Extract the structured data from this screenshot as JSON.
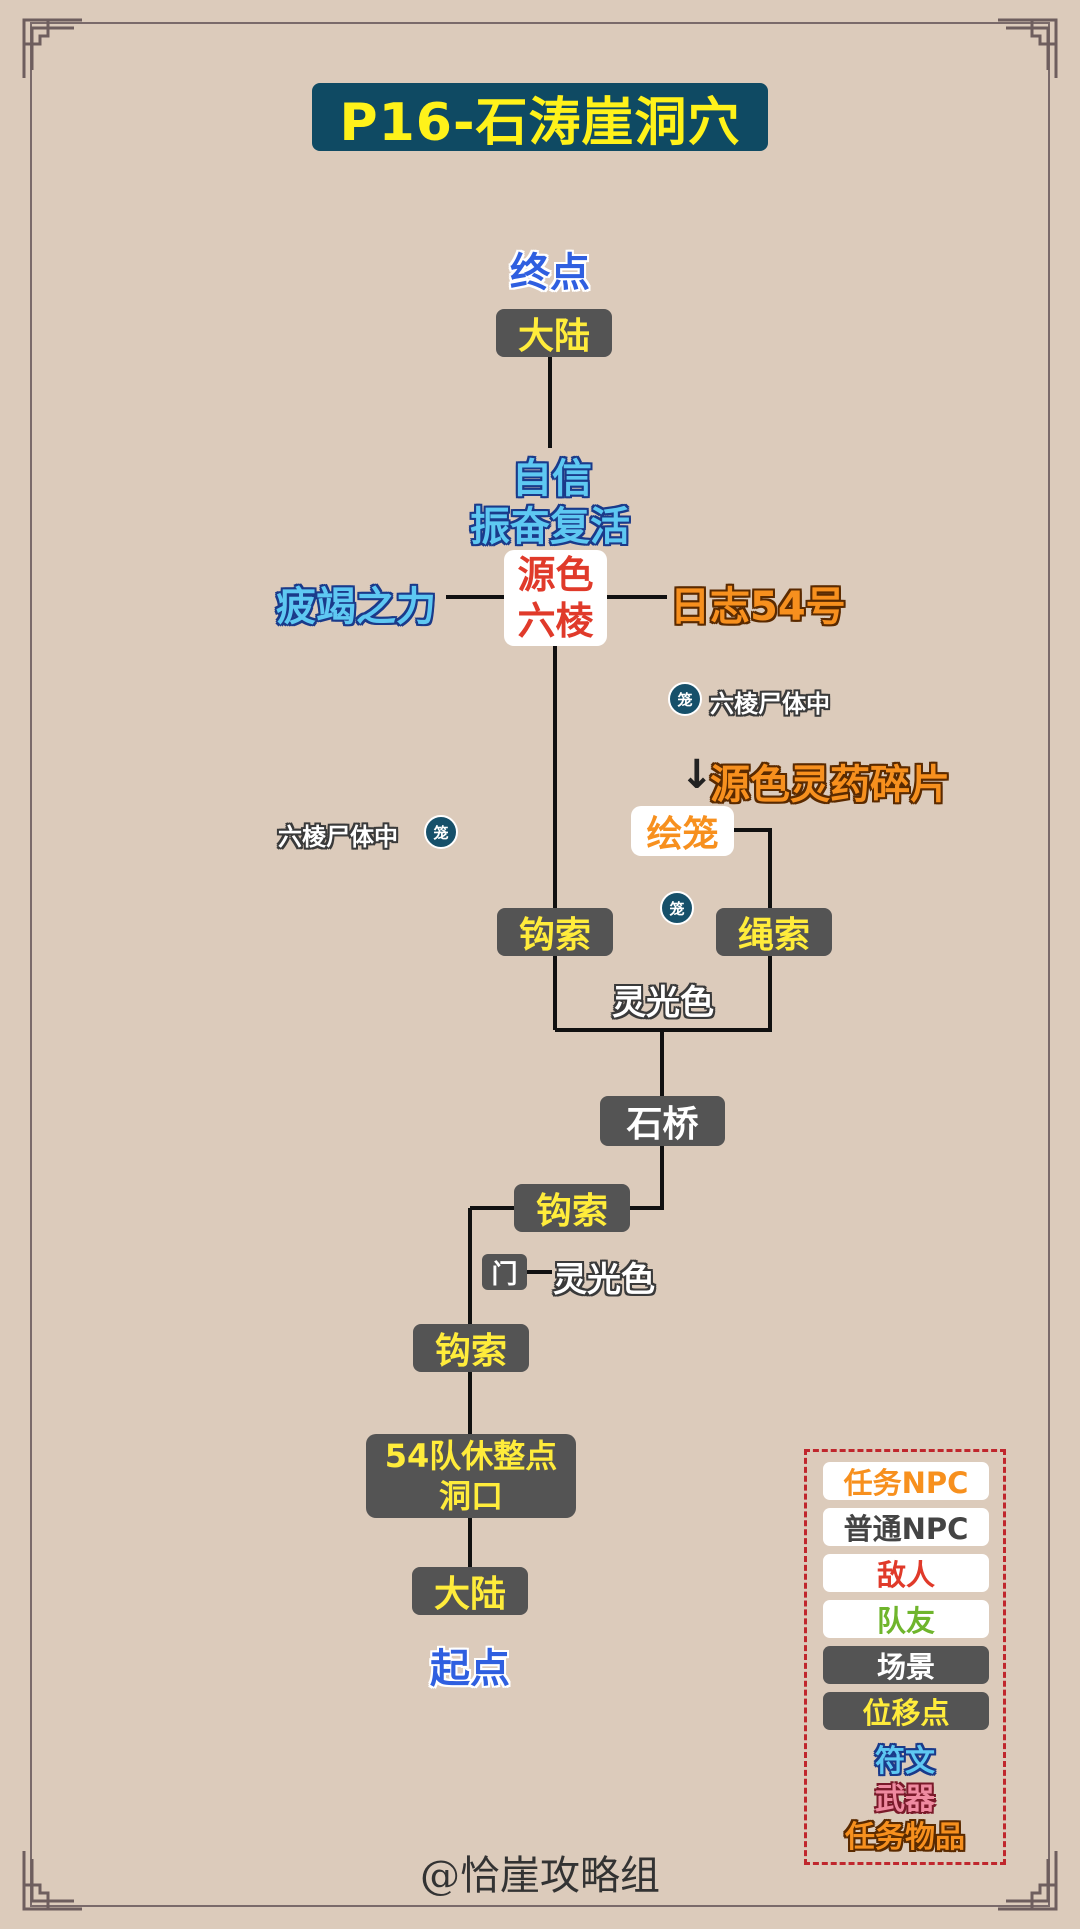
{
  "title": "P16-石涛崖洞穴",
  "labels": {
    "end": "终点",
    "start": "起点"
  },
  "nodes": {
    "mainland_top": "大陆",
    "confidence": "自信",
    "revive": "振奋复活",
    "source_color": "源色",
    "six_edge": "六棱",
    "exhaust_power": "疲竭之力",
    "log54": "日志54号",
    "cage_note_right": "六棱尸体中",
    "cage_note_left": "六棱尸体中",
    "arrow": "↓",
    "elixir_fragment": "源色灵药碎片",
    "painted_cage": "绘笼",
    "hook_top": "钩索",
    "rope": "绳索",
    "spirit_color_1": "灵光色",
    "stone_bridge": "石桥",
    "hook_mid": "钩索",
    "door": "门",
    "spirit_color_2": "灵光色",
    "hook_low": "钩索",
    "rest_point_1": "54队休整点",
    "rest_point_2": "洞口",
    "mainland_bottom": "大陆"
  },
  "icons": {
    "cage_glyph": "笼"
  },
  "legend": {
    "quest_npc": "任务NPC",
    "normal_npc": "普通NPC",
    "enemy": "敌人",
    "teammate": "队友",
    "scene": "场景",
    "teleport": "位移点",
    "rune": "符文",
    "weapon": "武器",
    "quest_item": "任务物品"
  },
  "footer": "@恰崖攻略组",
  "colors": {
    "background": "#dccbbb",
    "title_bg": "#0f4a63",
    "title_text": "#fff21a",
    "scene_bg": "#545454",
    "yellow": "#ffec3b",
    "orange": "#f7901e",
    "red": "#e03a2a",
    "green": "#6fb52c",
    "blue": "#2f5fe0",
    "cyan": "#5ec8f2",
    "pink": "#ef8aa0"
  }
}
